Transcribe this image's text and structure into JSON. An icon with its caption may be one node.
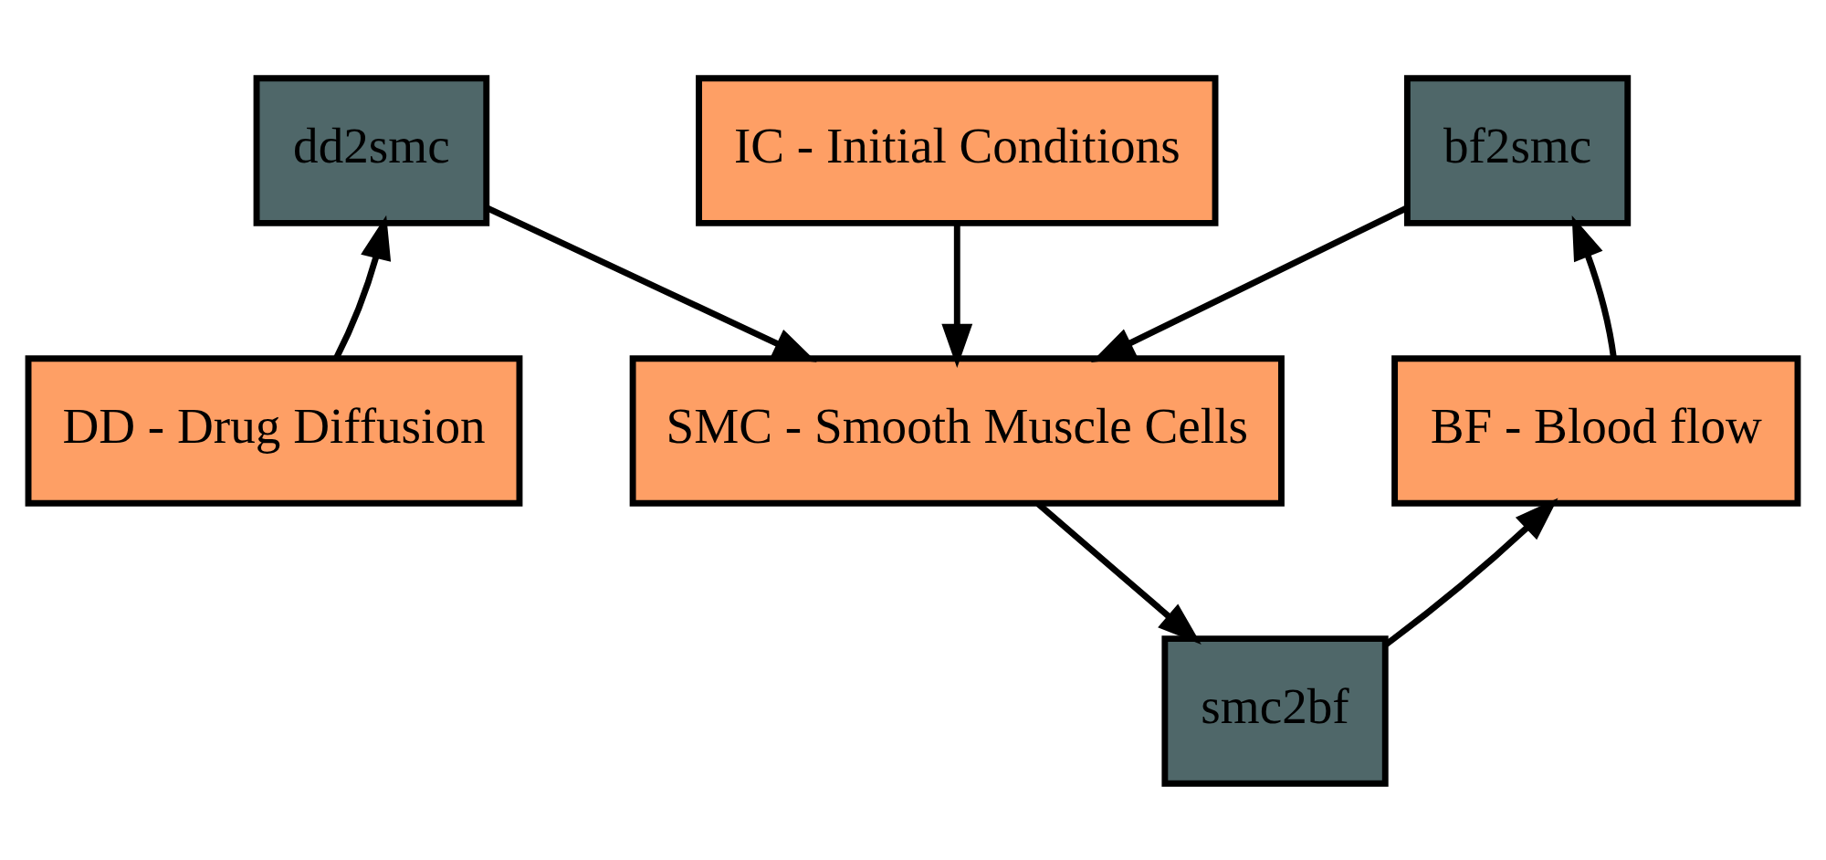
{
  "diagram": {
    "nodes": [
      {
        "text": [
          "dd2smc"
        ]
      },
      {
        "text": [
          "IC - Initial Conditions"
        ]
      },
      {
        "text": [
          "bf2smc"
        ]
      },
      {
        "text": [
          "DD - Drug Diffusion"
        ]
      },
      {
        "text": [
          "SMC - Smooth Muscle Cells"
        ]
      },
      {
        "text": [
          "BF - Blood flow"
        ]
      },
      {
        "text": [
          "smc2bf"
        ]
      }
    ],
    "edges": [
      {
        "from": 3,
        "to": 0,
        "arrow": "to"
      },
      {
        "from": 0,
        "to": 4,
        "arrow": "to"
      },
      {
        "from": 1,
        "to": 4,
        "arrow": "to"
      },
      {
        "from": 2,
        "to": 4,
        "arrow": "to"
      },
      {
        "from": 5,
        "to": 2,
        "arrow": "to"
      },
      {
        "from": 4,
        "to": 6,
        "arrow": "to"
      },
      {
        "from": 6,
        "to": 5,
        "arrow": "to"
      }
    ]
  }
}
